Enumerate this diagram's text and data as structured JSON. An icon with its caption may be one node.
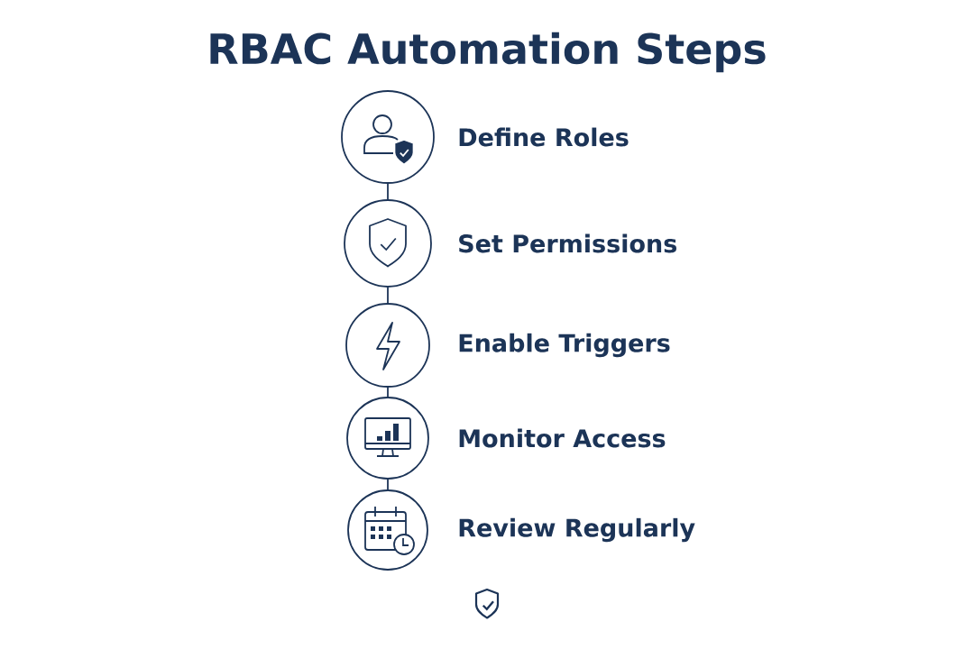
{
  "diagram": {
    "title": "RBAC Automation Steps",
    "nodes": [
      {
        "text": [
          "Define Roles"
        ]
      },
      {
        "text": [
          "Set Permissions"
        ]
      },
      {
        "text": [
          "Enable Triggers"
        ]
      },
      {
        "text": [
          "Monitor Access"
        ]
      },
      {
        "text": [
          "Review Regularly"
        ]
      }
    ],
    "edges": [
      {
        "from": 0,
        "to": 1,
        "arrow": "none"
      },
      {
        "from": 1,
        "to": 2,
        "arrow": "none"
      },
      {
        "from": 2,
        "to": 3,
        "arrow": "none"
      },
      {
        "from": 3,
        "to": 4,
        "arrow": "none"
      }
    ]
  }
}
